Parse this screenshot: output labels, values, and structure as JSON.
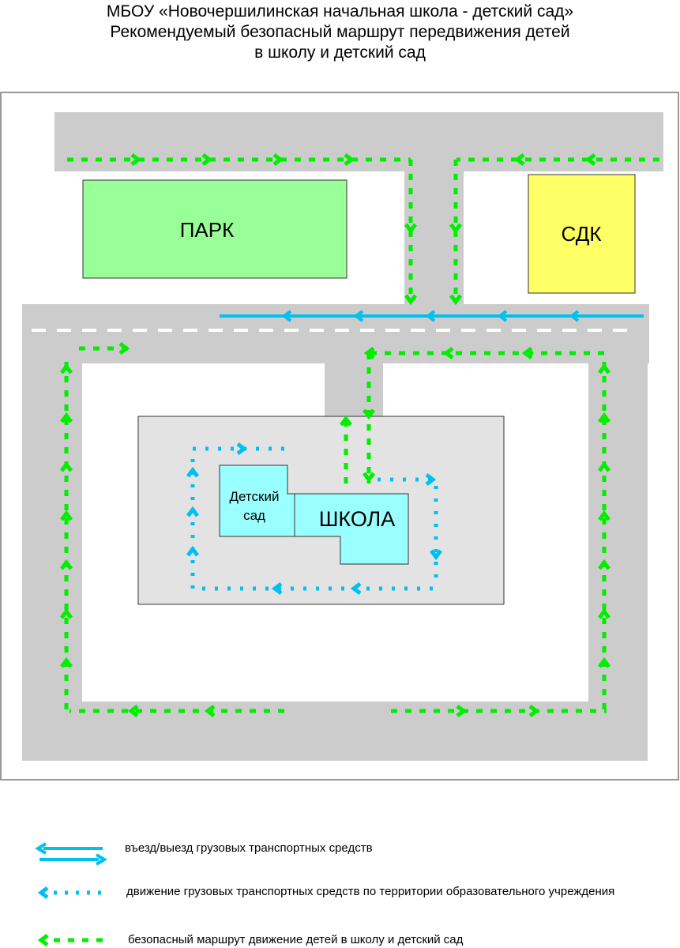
{
  "title": {
    "line1": "МБОУ «Новочершилинская начальная школа - детский сад»",
    "line2": "Рекомендуемый безопасный маршрут передвижения детей",
    "line3": "в школу и детский сад"
  },
  "map": {
    "park_label": "ПАРК",
    "sdk_label": "СДК",
    "kindergarten_label_1": "Детский",
    "kindergarten_label_2": "сад",
    "school_label": "ШКОЛА"
  },
  "legend": {
    "truck_entry": "въезд/выезд грузовых транспортных средств",
    "truck_territory": "движение грузовых транспортных средств по территории  образовательного учреждения",
    "children_route": "безопасный маршрут движение детей в школу и детский сад"
  },
  "colors": {
    "road": "#cccccc",
    "grounds": "#e3e3e3",
    "park": "#99ff99",
    "sdk": "#ffff66",
    "building": "#99ffff",
    "children_route": "#00ee00",
    "truck_route": "#00c0f0"
  }
}
